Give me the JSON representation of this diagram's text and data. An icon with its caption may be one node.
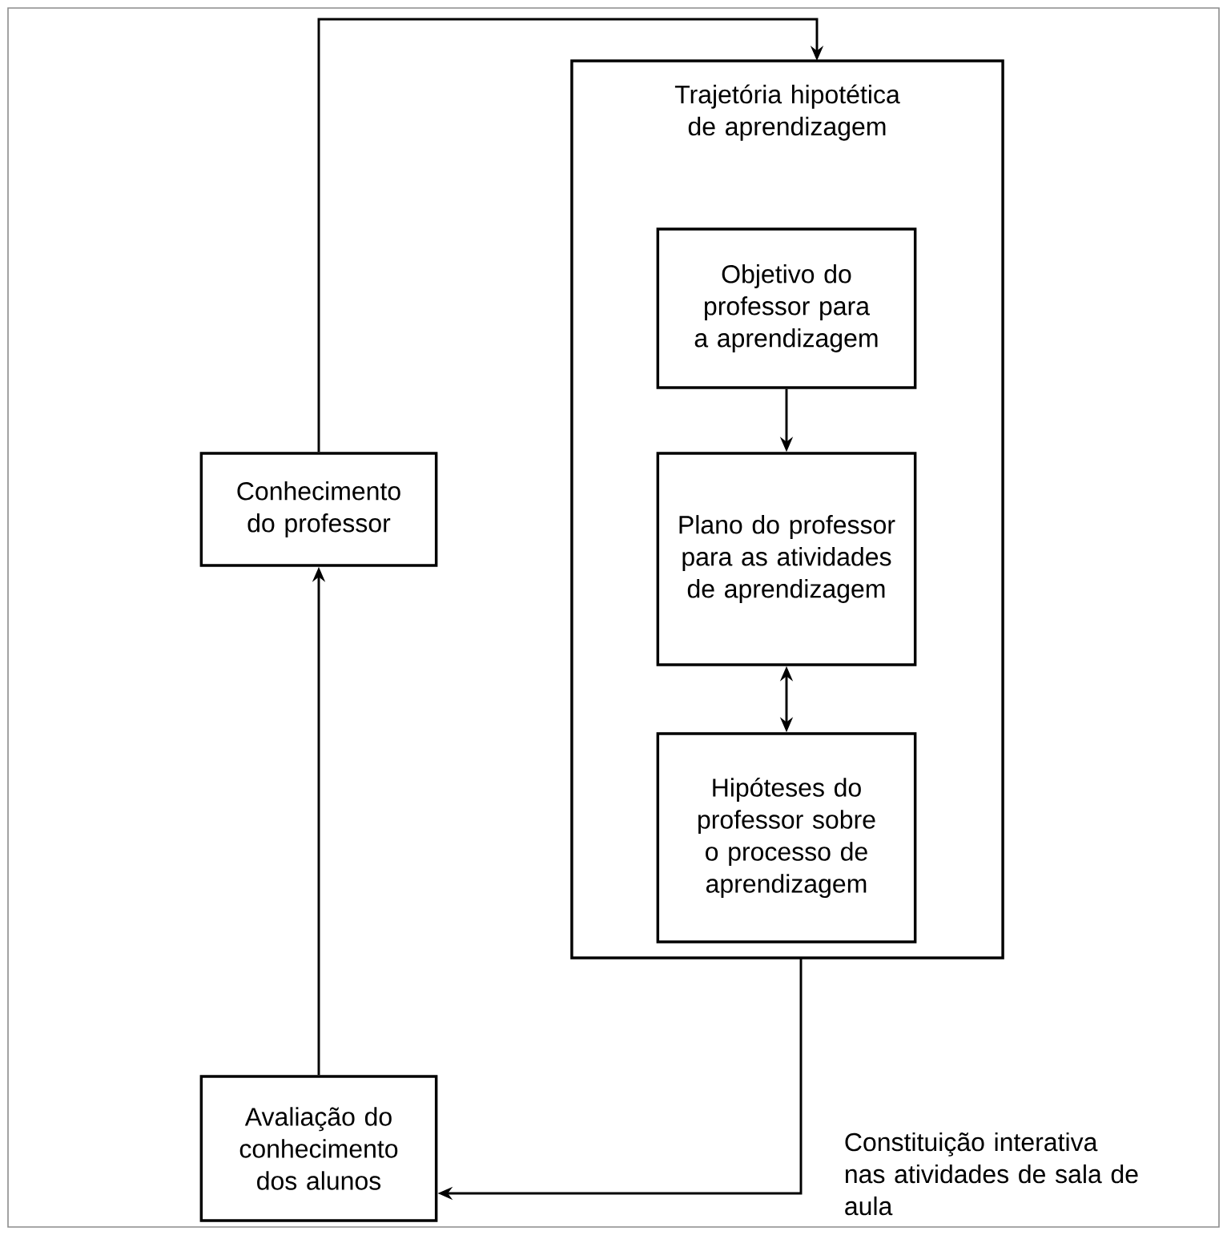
{
  "diagram": {
    "nodes": [
      {
        "text": [
          "Trajetória hipotética de aprendizagem"
        ]
      },
      {
        "text": [
          "Objetivo do professor para a aprendizagem"
        ],
        "in": 0
      },
      {
        "text": [
          "Plano do professor para as atividades de aprendizagem"
        ],
        "in": 0
      },
      {
        "text": [
          "Hipóteses do professor sobre o processo de aprendizagem"
        ],
        "in": 0
      },
      {
        "text": [
          "Conhecimento do professor"
        ]
      },
      {
        "text": [
          "Avaliação do conhecimento dos alunos"
        ]
      }
    ],
    "edges": [
      {
        "from": 4,
        "to": 0,
        "arrow": "to"
      },
      {
        "from": 1,
        "to": 2,
        "arrow": "to"
      },
      {
        "from": 2,
        "to": 3,
        "arrow": "both"
      },
      {
        "from": 0,
        "to": 5,
        "arrow": "to",
        "label": "Constituição interativa nas atividades de sala de aula"
      },
      {
        "from": 5,
        "to": 4,
        "arrow": "to"
      }
    ]
  }
}
